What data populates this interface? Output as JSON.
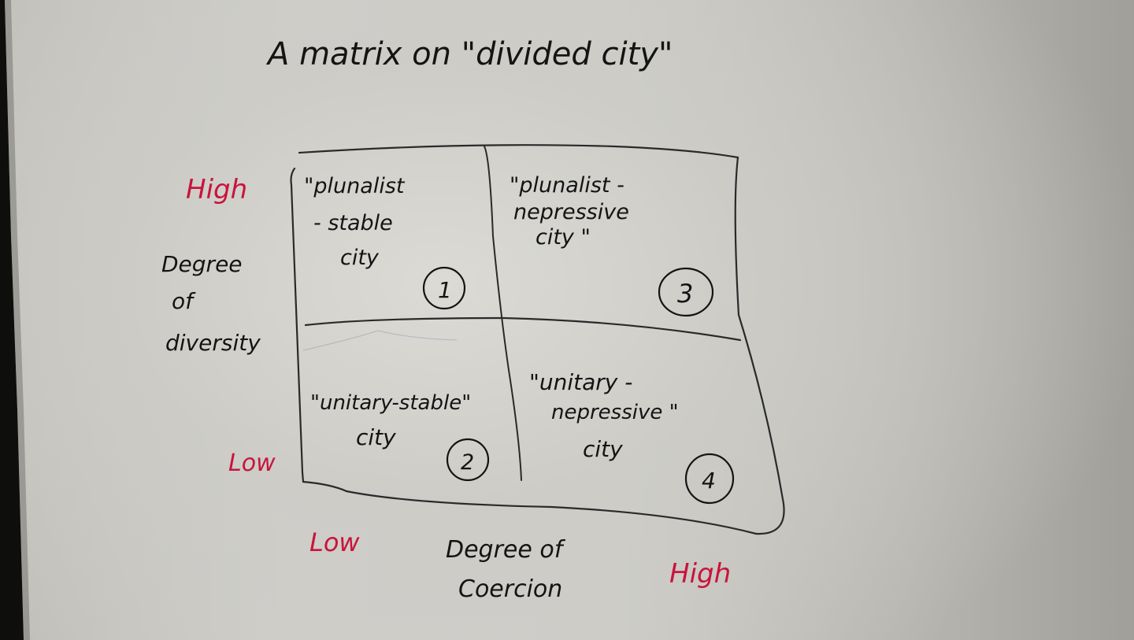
{
  "title": "A matrix on \"divided city\"",
  "y_axis": {
    "label_lines": [
      "Degree",
      "of",
      "diversity"
    ],
    "high_label": "High",
    "low_label": "Low"
  },
  "x_axis": {
    "label_lines": [
      "Degree of",
      "Coercion"
    ],
    "low_label": "Low",
    "high_label": "High"
  },
  "quadrants": [
    {
      "number": "1",
      "position": "top-left",
      "lines": [
        "\"plunalist",
        "- stable",
        "city"
      ]
    },
    {
      "number": "3",
      "position": "top-right",
      "lines": [
        "\"plunalist -",
        "nepressive",
        "city \""
      ]
    },
    {
      "number": "2",
      "position": "bottom-left",
      "lines": [
        "\"unitary-stable\"",
        "city"
      ]
    },
    {
      "number": "4",
      "position": "bottom-right",
      "lines": [
        "\"unitary -",
        "nepressive \"",
        "city"
      ]
    }
  ],
  "colors": {
    "whiteboard": "#cfcec9",
    "black_ink": "#141414",
    "red_ink": "#c8143c",
    "frame_edge": "#0e0f0d"
  }
}
